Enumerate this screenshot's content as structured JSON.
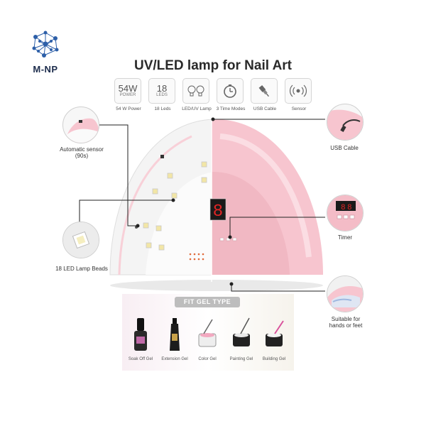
{
  "logo": {
    "text": "M-NP"
  },
  "title": "UV/LED lamp for Nail Art",
  "features": [
    {
      "icon": "power-text-icon",
      "big": "54W",
      "small": "POWER",
      "caption": "54 W Power"
    },
    {
      "icon": "leds-text-icon",
      "big": "18",
      "small": "LEDS",
      "caption": "18 Leds"
    },
    {
      "icon": "bulbs-icon",
      "big": "",
      "small": "",
      "caption": "LED/UV Lamp"
    },
    {
      "icon": "timer-icon",
      "big": "",
      "small": "",
      "caption": "3 Time Modes"
    },
    {
      "icon": "usb-icon",
      "big": "",
      "small": "",
      "caption": "USB Cable"
    },
    {
      "icon": "sensor-icon",
      "big": "",
      "small": "",
      "caption": "Sensor"
    }
  ],
  "callouts": {
    "automatic_sensor": {
      "line1": "Automatic sensor",
      "line2": "(90s)"
    },
    "led_beads": {
      "label": "18 LED Lamp Beads"
    },
    "usb_cable": {
      "label": "USB Cable"
    },
    "timer": {
      "label": "Timer"
    },
    "hands_feet": {
      "line1": "Suitable for",
      "line2": "hands or feet"
    }
  },
  "display": {
    "digit": "8"
  },
  "gel": {
    "title": "FIT GEL TYPE",
    "types": [
      {
        "name": "Soak Off Gel"
      },
      {
        "name": "Extension Gel"
      },
      {
        "name": "Color Gel"
      },
      {
        "name": "Painting Gel"
      },
      {
        "name": "Building Gel"
      }
    ]
  },
  "colors": {
    "lamp_pink": "#f7c5cf",
    "lamp_white": "#f3f3f3",
    "display_red": "#e02525",
    "logo_blue": "#2d5fa8"
  }
}
